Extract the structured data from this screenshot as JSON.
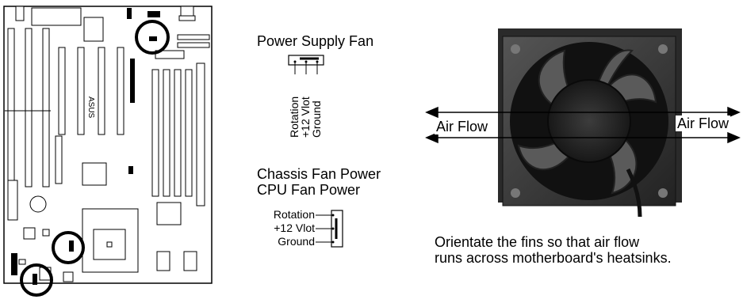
{
  "power_supply_fan": {
    "title": "Power Supply Fan",
    "pins": [
      "Rotation",
      "+12 Vlot",
      "Ground"
    ]
  },
  "chassis_cpu_fan": {
    "title_line1": "Chassis Fan Power",
    "title_line2": "CPU Fan Power",
    "pins": [
      "Rotation",
      "+12 Vlot",
      "Ground"
    ]
  },
  "fan_photo": {
    "air_flow_left": "Air Flow",
    "air_flow_right": "Air Flow"
  },
  "instruction": {
    "line1": "Orientate the fins so that air flow",
    "line2": "runs across motherboard's heatsinks."
  },
  "colors": {
    "ink": "#000000",
    "fan_dark": "#1a1a1a",
    "fan_mid": "#3a3a3a",
    "fan_light": "#6e6e6e"
  }
}
